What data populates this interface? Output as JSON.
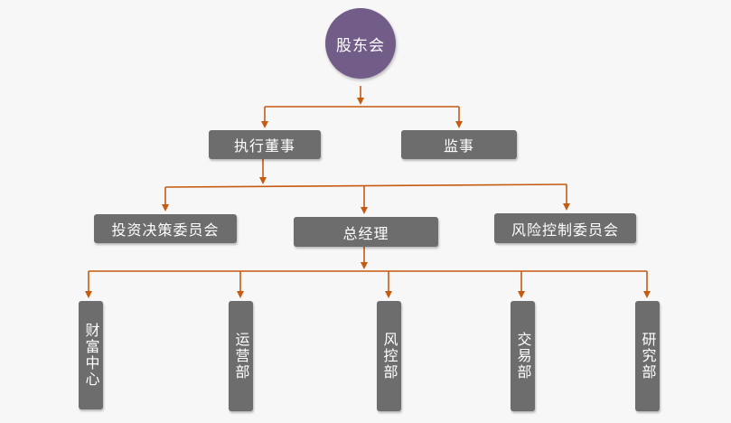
{
  "root": {
    "label": "股东会"
  },
  "level1": {
    "executive_director": "执行董事",
    "supervisor": "监事"
  },
  "level2": {
    "investment_committee": "投资决策委员会",
    "general_manager": "总经理",
    "risk_committee": "风险控制委员会"
  },
  "departments": [
    {
      "label": "财富中心"
    },
    {
      "label": "运营部"
    },
    {
      "label": "风控部"
    },
    {
      "label": "交易部"
    },
    {
      "label": "研究部"
    }
  ],
  "colors": {
    "connector": "#c55a11",
    "box": "#6d6d6d",
    "root": "#725c88",
    "background": "#f7f7f7"
  }
}
